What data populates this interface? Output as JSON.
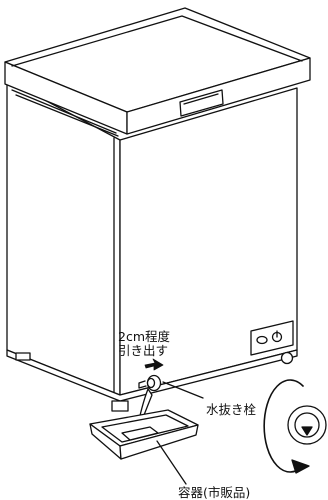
{
  "labels": {
    "pull_line1": "2cm程度",
    "pull_line2": "引き出す",
    "drain_plug": "水抜き栓",
    "container": "容器(市販品)"
  },
  "icons": {
    "control_symbol": "power-symbol",
    "rotation": "counterclockwise-arrow",
    "pull_direction": "arrow-right"
  },
  "colors": {
    "line": "#111111",
    "fill": "#ffffff"
  }
}
